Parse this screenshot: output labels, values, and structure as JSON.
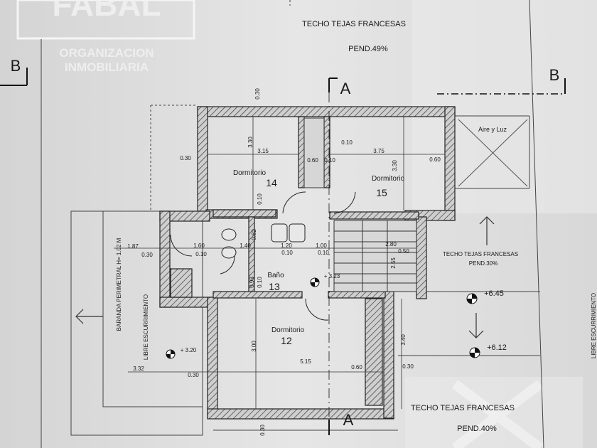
{
  "watermark": {
    "logo": "FABAL",
    "line1": "ORGANIZACION",
    "line2": "INMOBILIARIA"
  },
  "sections": {
    "a_top": "A",
    "a_bottom": "A",
    "b_left": "B",
    "b_right": "B"
  },
  "roofs": {
    "top": {
      "title": "TECHO TEJAS FRANCESAS",
      "slope": "PEND.49%"
    },
    "right": {
      "title": "TECHO TEJAS FRANCESAS",
      "slope": "PEND.30%"
    },
    "bottom": {
      "title": "TECHO TEJAS FRANCESAS",
      "slope": "PEND.40%"
    }
  },
  "rooms": {
    "dorm14": {
      "name": "Dormitorio",
      "number": "14"
    },
    "dorm15": {
      "name": "Dormitorio",
      "number": "15"
    },
    "bano13": {
      "name": "Baño",
      "number": "13"
    },
    "dorm12": {
      "name": "Dormitorio",
      "number": "12"
    }
  },
  "labels": {
    "aire_luz": "Aire y Luz",
    "baranda": "BARANDA PERIMETRAL H= 1.02 M",
    "libre_esc_left": "LIBRE ESCURRIMIENTO",
    "libre_esc_right": "LIBRE ESCURRIMIENTO"
  },
  "levels": {
    "l323": "+ 3.23",
    "l320": "+ 3.20",
    "l645": "+6.45",
    "l612": "+6.12"
  },
  "dims": {
    "d030_top": "0.30",
    "d330_a": "3.30",
    "d315": "3.15",
    "d030_left": "0.30",
    "d010_a": "0.10",
    "d375": "3.75",
    "d330_b": "3.30",
    "d060_a": "0.60",
    "d060_b": "0.60",
    "d010_b": "0.10",
    "d010_c": "0.10",
    "d187": "1.87",
    "d030_mid": "0.30",
    "d160": "1.60",
    "d010_d": "0.10",
    "d140": "1.40",
    "d082": "0.82",
    "d120": "1.20",
    "d010_e": "0.10",
    "d100": "1.00",
    "d010_f": "0.10",
    "d280": "2.80",
    "d050": "0.50",
    "d255": "2.55",
    "d093": "0.93",
    "d010_g": "0.10",
    "d300": "3.00",
    "d340": "3.40",
    "d332": "3.32",
    "d515": "5.15",
    "d060_c": "0.60",
    "d030_r": "0.30",
    "d030_b": "0.30",
    "d030_bot": "0.30"
  }
}
